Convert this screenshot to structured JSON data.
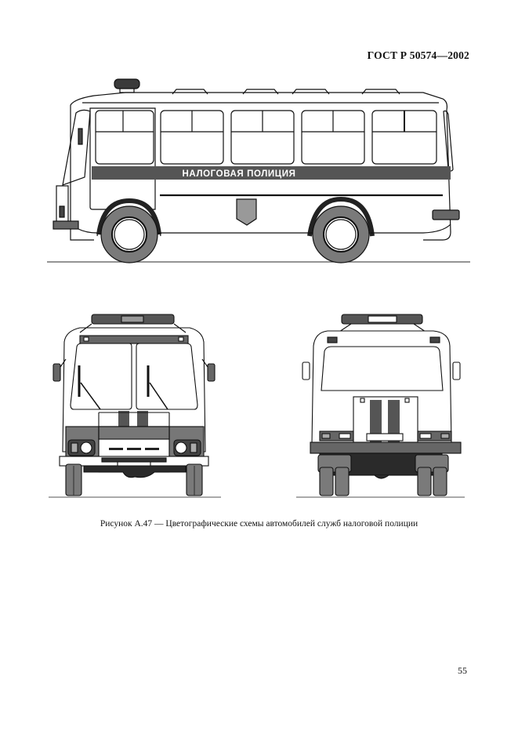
{
  "header": {
    "standard": "ГОСТ Р 50574—2002"
  },
  "figures": {
    "side_view": {
      "stripe_text": "НАЛОГОВАЯ ПОЛИЦИЯ"
    },
    "front_view": {},
    "rear_view": {}
  },
  "caption": "Рисунок А.47 — Цветографические схемы автомобилей служб налоговой полиции",
  "page_number": "55",
  "colors": {
    "stripe": "#555555",
    "wheel": "#7a7a7a",
    "dark": "#2a2a2a",
    "light_gray": "#9a9a9a",
    "line": "#111111"
  }
}
